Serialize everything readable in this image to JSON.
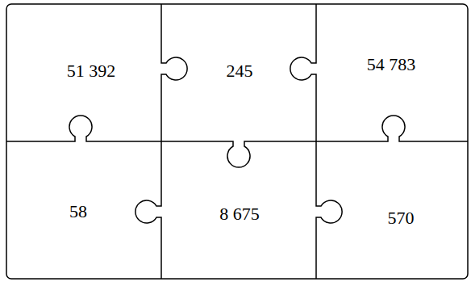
{
  "diagram": {
    "nodes": [
      {
        "text": [
          "51 392"
        ]
      },
      {
        "text": [
          "245"
        ]
      },
      {
        "text": [
          "54 783"
        ]
      },
      {
        "text": [
          "58"
        ]
      },
      {
        "text": [
          "8 675"
        ]
      },
      {
        "text": [
          "570"
        ]
      }
    ]
  }
}
